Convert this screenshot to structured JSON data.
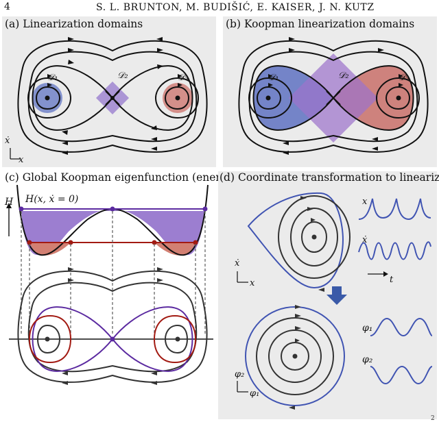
{
  "header": {
    "page_number": "4",
    "authors": "S. L. BRUNTON, M. BUDIŠIĆ, E. KAISER, J. N. KUTZ"
  },
  "panels": {
    "a": {
      "tag": "(a)",
      "title": "Linearization domains",
      "d1": "𝒟₁",
      "d2": "𝒟₂",
      "d3": "𝒟₃",
      "axis_y": "ẋ",
      "axis_x": "x"
    },
    "b": {
      "tag": "(b)",
      "title": "Koopman linearization domains",
      "d1": "𝒟₁",
      "d2": "𝒟₂",
      "d3": "𝒟₃"
    },
    "c": {
      "tag": "(c)",
      "title": "Global Koopman eigenfunction (energy)",
      "h_label": "H",
      "energy_label": "H(x, ẋ = 0)"
    },
    "d": {
      "tag": "(d)",
      "title": "Coordinate transformation to linearize",
      "ts_x": "x",
      "ts_xdot": "ẋ",
      "ts_t": "t",
      "ts_phi1": "φ₁",
      "ts_phi2": "φ₂",
      "axis_y_top": "ẋ",
      "axis_x_top": "x",
      "axis_y_bot": "φ₂",
      "axis_x_bot": "φ₁"
    }
  },
  "footer": {
    "page_mark": "2"
  },
  "colors": {
    "panel_bg": "#ebebeb",
    "blue_region": "#6b7fc4",
    "purple_region": "#9b78c9",
    "red_region": "#c9706a",
    "separatrix": "#5b2aa0",
    "inner_red_orbit": "#a21a12",
    "blue_orbit": "#4054b2",
    "arrow_blue": "#3a5aa8"
  }
}
